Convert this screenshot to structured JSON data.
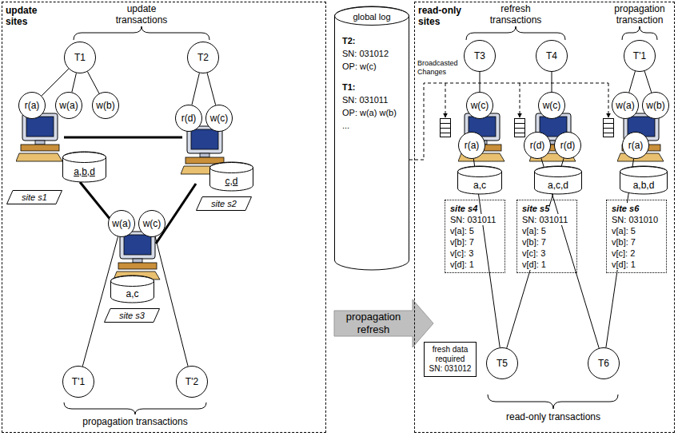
{
  "diagram": {
    "nodes": [
      {
        "text": [
          "update sites"
        ]
      },
      {
        "text": [
          "T1"
        ],
        "in": 0
      },
      {
        "text": [
          "T2"
        ],
        "in": 0
      },
      {
        "text": [
          "r(a)"
        ],
        "in": 0
      },
      {
        "text": [
          "w(a)"
        ],
        "in": 0
      },
      {
        "text": [
          "w(b)"
        ],
        "in": 0
      },
      {
        "text": [
          "r(d)"
        ],
        "in": 0
      },
      {
        "text": [
          "w(c)"
        ],
        "in": 0
      },
      {
        "text": [
          "a,b,d"
        ],
        "in": 0
      },
      {
        "text": [
          "site s1"
        ],
        "in": 0
      },
      {
        "text": [
          "c,d"
        ],
        "in": 0
      },
      {
        "text": [
          "site s2"
        ],
        "in": 0
      },
      {
        "text": [
          "w(a)"
        ],
        "in": 0
      },
      {
        "text": [
          "w(c)"
        ],
        "in": 0
      },
      {
        "text": [
          "a,c"
        ],
        "in": 0
      },
      {
        "text": [
          "site s3"
        ],
        "in": 0
      },
      {
        "text": [
          "T'1"
        ],
        "in": 0
      },
      {
        "text": [
          "T'2"
        ],
        "in": 0
      },
      {
        "text": [
          "global log",
          "T2:",
          "SN: 031012",
          "OP: w(c)",
          "T1:",
          "SN: 031011",
          "OP: w(a) w(b)",
          "..."
        ]
      },
      {
        "text": [
          "propagation refresh"
        ]
      },
      {
        "text": [
          "read-only sites"
        ]
      },
      {
        "text": [
          "T3"
        ],
        "in": 20
      },
      {
        "text": [
          "T4"
        ],
        "in": 20
      },
      {
        "text": [
          "T'1"
        ],
        "in": 20
      },
      {
        "text": [
          "w(c)"
        ],
        "in": 20
      },
      {
        "text": [
          "w(c)"
        ],
        "in": 20
      },
      {
        "text": [
          "w(a)"
        ],
        "in": 20
      },
      {
        "text": [
          "w(b)"
        ],
        "in": 20
      },
      {
        "text": [
          "r(a)"
        ],
        "in": 20
      },
      {
        "text": [
          "r(d)"
        ],
        "in": 20
      },
      {
        "text": [
          "r(d)"
        ],
        "in": 20
      },
      {
        "text": [
          "r(a)"
        ],
        "in": 20
      },
      {
        "text": [
          "a,c"
        ],
        "in": 20
      },
      {
        "text": [
          "a,c,d"
        ],
        "in": 20
      },
      {
        "text": [
          "a,b,d"
        ],
        "in": 20
      },
      {
        "text": [
          "site s4",
          "SN: 031011",
          "v[a]: 5",
          "v[b]: 7",
          "v[c]: 3",
          "v[d]: 1"
        ],
        "in": 20
      },
      {
        "text": [
          "site s5",
          "SN: 031011",
          "v[a]: 5",
          "v[b]: 7",
          "v[c]: 3",
          "v[d]: 1"
        ],
        "in": 20
      },
      {
        "text": [
          "site s6",
          "SN: 031010",
          "v[a]: 5",
          "v[b]: 7",
          "v[c]: 2",
          "v[d]: 1"
        ],
        "in": 20
      },
      {
        "text": [
          "T5"
        ],
        "in": 20
      },
      {
        "text": [
          "T6"
        ],
        "in": 20
      },
      {
        "text": [
          "fresh data required SN: 031012"
        ],
        "in": 20
      }
    ],
    "edges": [
      {
        "from": 1,
        "to": 3,
        "arrow": "none"
      },
      {
        "from": 1,
        "to": 4,
        "arrow": "none"
      },
      {
        "from": 1,
        "to": 5,
        "arrow": "none"
      },
      {
        "from": 2,
        "to": 6,
        "arrow": "none"
      },
      {
        "from": 2,
        "to": 7,
        "arrow": "none"
      },
      {
        "from": 16,
        "to": 12,
        "arrow": "none"
      },
      {
        "from": 17,
        "to": 13,
        "arrow": "none"
      },
      {
        "from": 21,
        "to": 24,
        "arrow": "none"
      },
      {
        "from": 22,
        "to": 25,
        "arrow": "none"
      },
      {
        "from": 23,
        "to": 26,
        "arrow": "none"
      },
      {
        "from": 23,
        "to": 27,
        "arrow": "none"
      },
      {
        "from": 38,
        "to": 28,
        "arrow": "none"
      },
      {
        "from": 38,
        "to": 30,
        "arrow": "none"
      },
      {
        "from": 39,
        "to": 29,
        "arrow": "none"
      },
      {
        "from": 39,
        "to": 31,
        "arrow": "none"
      }
    ],
    "labels": [
      "update transactions",
      "propagation transactions",
      "refresh transactions",
      "propagation transaction",
      "Broadcasted Changes",
      "read-only transactions"
    ]
  }
}
